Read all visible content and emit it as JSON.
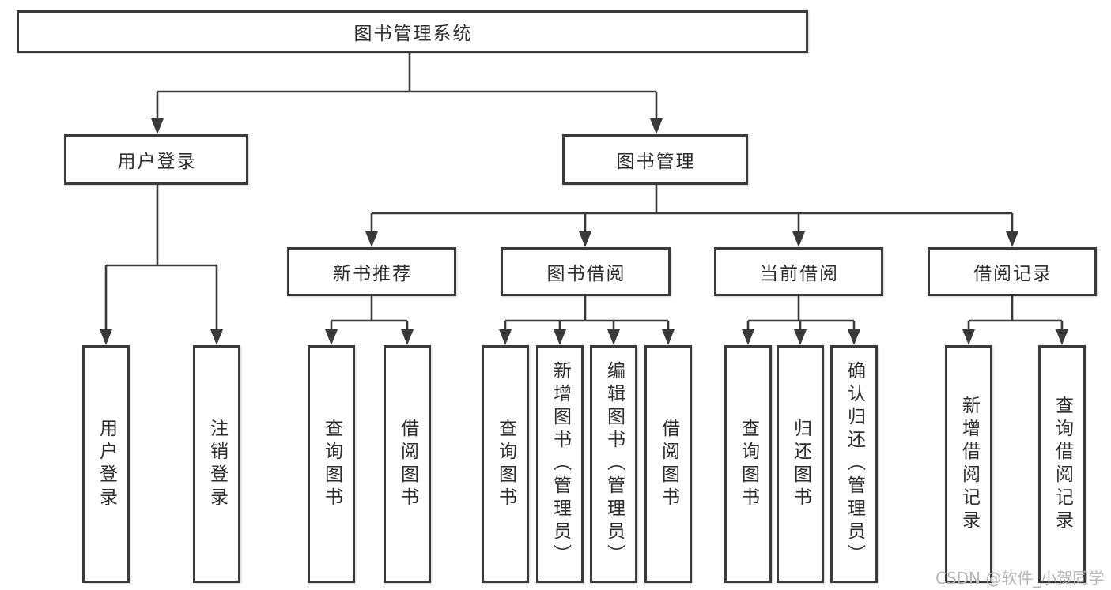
{
  "colors": {
    "line": "#3a3a3a",
    "text": "#2e2e2e",
    "watermark": "#b6b6b6",
    "background": "#ffffff"
  },
  "nodes": {
    "root": "图书管理系统",
    "branches": [
      {
        "label": "用户登录"
      },
      {
        "label": "图书管理"
      }
    ],
    "modules": [
      {
        "label": "新书推荐"
      },
      {
        "label": "图书借阅"
      },
      {
        "label": "当前借阅"
      },
      {
        "label": "借阅记录"
      }
    ],
    "leaves": [
      {
        "label": "用户登录"
      },
      {
        "label": "注销登录"
      },
      {
        "label": "查询图书"
      },
      {
        "label": "借阅图书"
      },
      {
        "label": "查询图书"
      },
      {
        "label": "新增图书（管理员）"
      },
      {
        "label": "编辑图书（管理员）"
      },
      {
        "label": "借阅图书"
      },
      {
        "label": "查询图书"
      },
      {
        "label": "归还图书"
      },
      {
        "label": "确认归还（管理员）"
      },
      {
        "label": "新增借阅记录"
      },
      {
        "label": "查询借阅记录"
      }
    ]
  },
  "watermark": "CSDN @软件_小贺同学"
}
